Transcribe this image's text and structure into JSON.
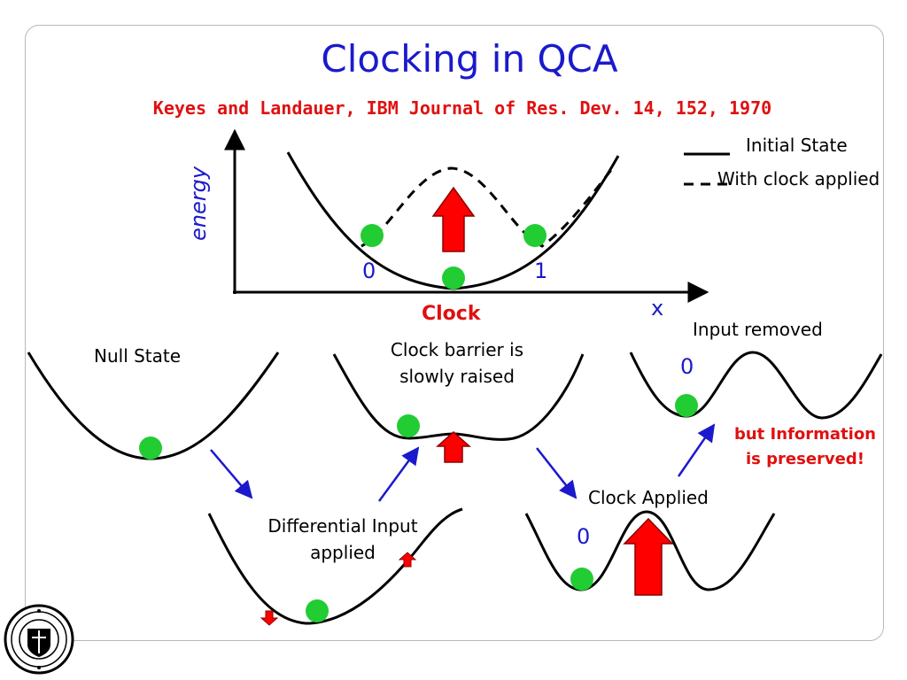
{
  "slide": {
    "title": "Clocking in QCA",
    "reference": "Keyes and Landauer, IBM Journal of Res. Dev. 14, 152, 1970"
  },
  "main_plot": {
    "y_label": "energy",
    "x_label": "x",
    "state_0": "0",
    "state_1": "1",
    "clock_label": "Clock",
    "legend": {
      "initial_state": "Initial State",
      "with_clock": "With clock applied"
    }
  },
  "panels": {
    "null_state": "Null State",
    "barrier_raised_line1": "Clock barrier is",
    "barrier_raised_line2": "slowly raised",
    "input_removed": "Input removed",
    "input_removed_zero": "0",
    "info_preserved_line1": "but Information",
    "info_preserved_line2": "is preserved!",
    "differential_input_line1": "Differential Input",
    "differential_input_line2": "applied",
    "clock_applied": "Clock Applied",
    "clock_applied_zero": "0"
  },
  "colors": {
    "title": "#1a1acc",
    "reference": "#e01010",
    "ball": "#22cc33",
    "arrow": "#ff0000",
    "flow_arrow": "#1a1acc"
  },
  "icons": {
    "seal": "university-seal-icon"
  }
}
